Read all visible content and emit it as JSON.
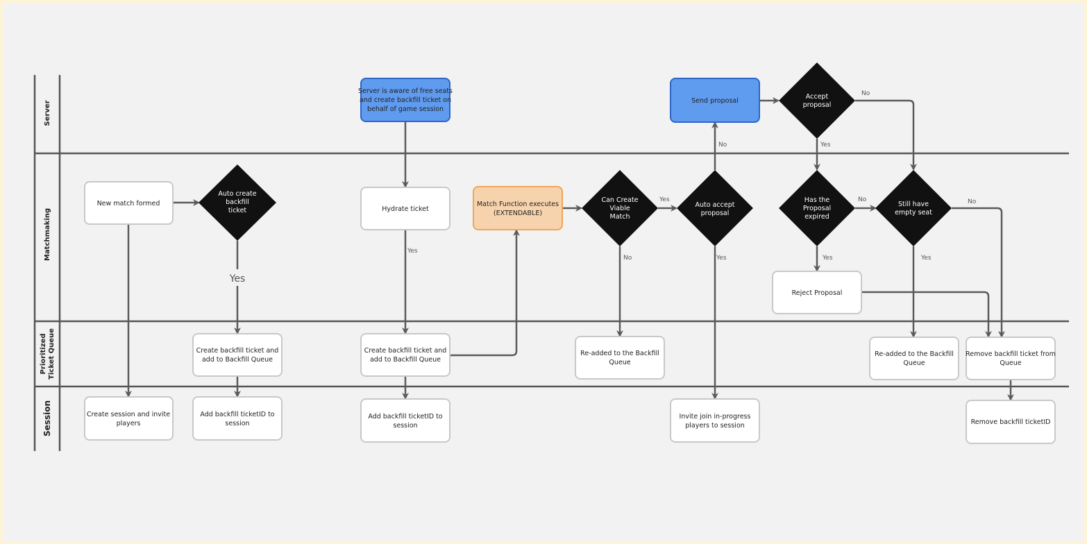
{
  "lanes": [
    "Server",
    "Matchmaking",
    "Prioritized",
    "Ticket Queue",
    "Session"
  ],
  "nodes": {
    "new_match": [
      "New match formed"
    ],
    "auto_create": [
      "Auto create",
      "backfill",
      "ticket"
    ],
    "create_backfill_1": [
      "Create backfill ticket and",
      "add to Backfill Queue"
    ],
    "add_ticketid_1": [
      "Add backfill ticketID to",
      "session"
    ],
    "create_session": [
      "Create session and invite",
      "players"
    ],
    "server_aware": [
      "Server is aware of free seats",
      "and create backfill ticket on",
      "behalf of game session"
    ],
    "hydrate": [
      "Hydrate ticket"
    ],
    "create_backfill_2": [
      "Create backfill ticket and",
      "add to Backfill Queue"
    ],
    "add_ticketid_2": [
      "Add backfill ticketID to",
      "session"
    ],
    "match_function": [
      "Match Function executes",
      "(EXTENDABLE)"
    ],
    "can_create": [
      "Can Create",
      "Viable",
      "Match"
    ],
    "auto_accept": [
      "Auto accept",
      "proposal"
    ],
    "send_proposal": [
      "Send proposal"
    ],
    "accept_proposal": [
      "Accept",
      "proposal"
    ],
    "has_expired": [
      "Has the",
      "Proposal",
      "expired"
    ],
    "empty_seat": [
      "Still have",
      "empty seat"
    ],
    "reject": [
      "Reject Proposal"
    ],
    "readded_1": [
      "Re-added to the Backfill",
      "Queue"
    ],
    "readded_2": [
      "Re-added to the Backfill",
      "Queue"
    ],
    "remove_from_queue": [
      "Remove backfill ticket from",
      "Queue"
    ],
    "invite": [
      "Invite join in-progress",
      "players to session"
    ],
    "remove_ticketid": [
      "Remove backfill ticketID"
    ]
  },
  "edge_labels": {
    "auto_create_yes": "Yes",
    "hydrate_yes": "Yes",
    "can_create_yes": "Yes",
    "can_create_no": "No",
    "auto_accept_no": "No",
    "auto_accept_yes": "Yes",
    "accept_yes": "Yes",
    "accept_no": "No",
    "expired_no": "No",
    "expired_yes": "Yes",
    "seat_no": "No",
    "seat_yes": "Yes"
  },
  "colors": {
    "server_node": "#5f9bef",
    "extendable_node": "#f7d3ad",
    "decision": "#111111"
  }
}
